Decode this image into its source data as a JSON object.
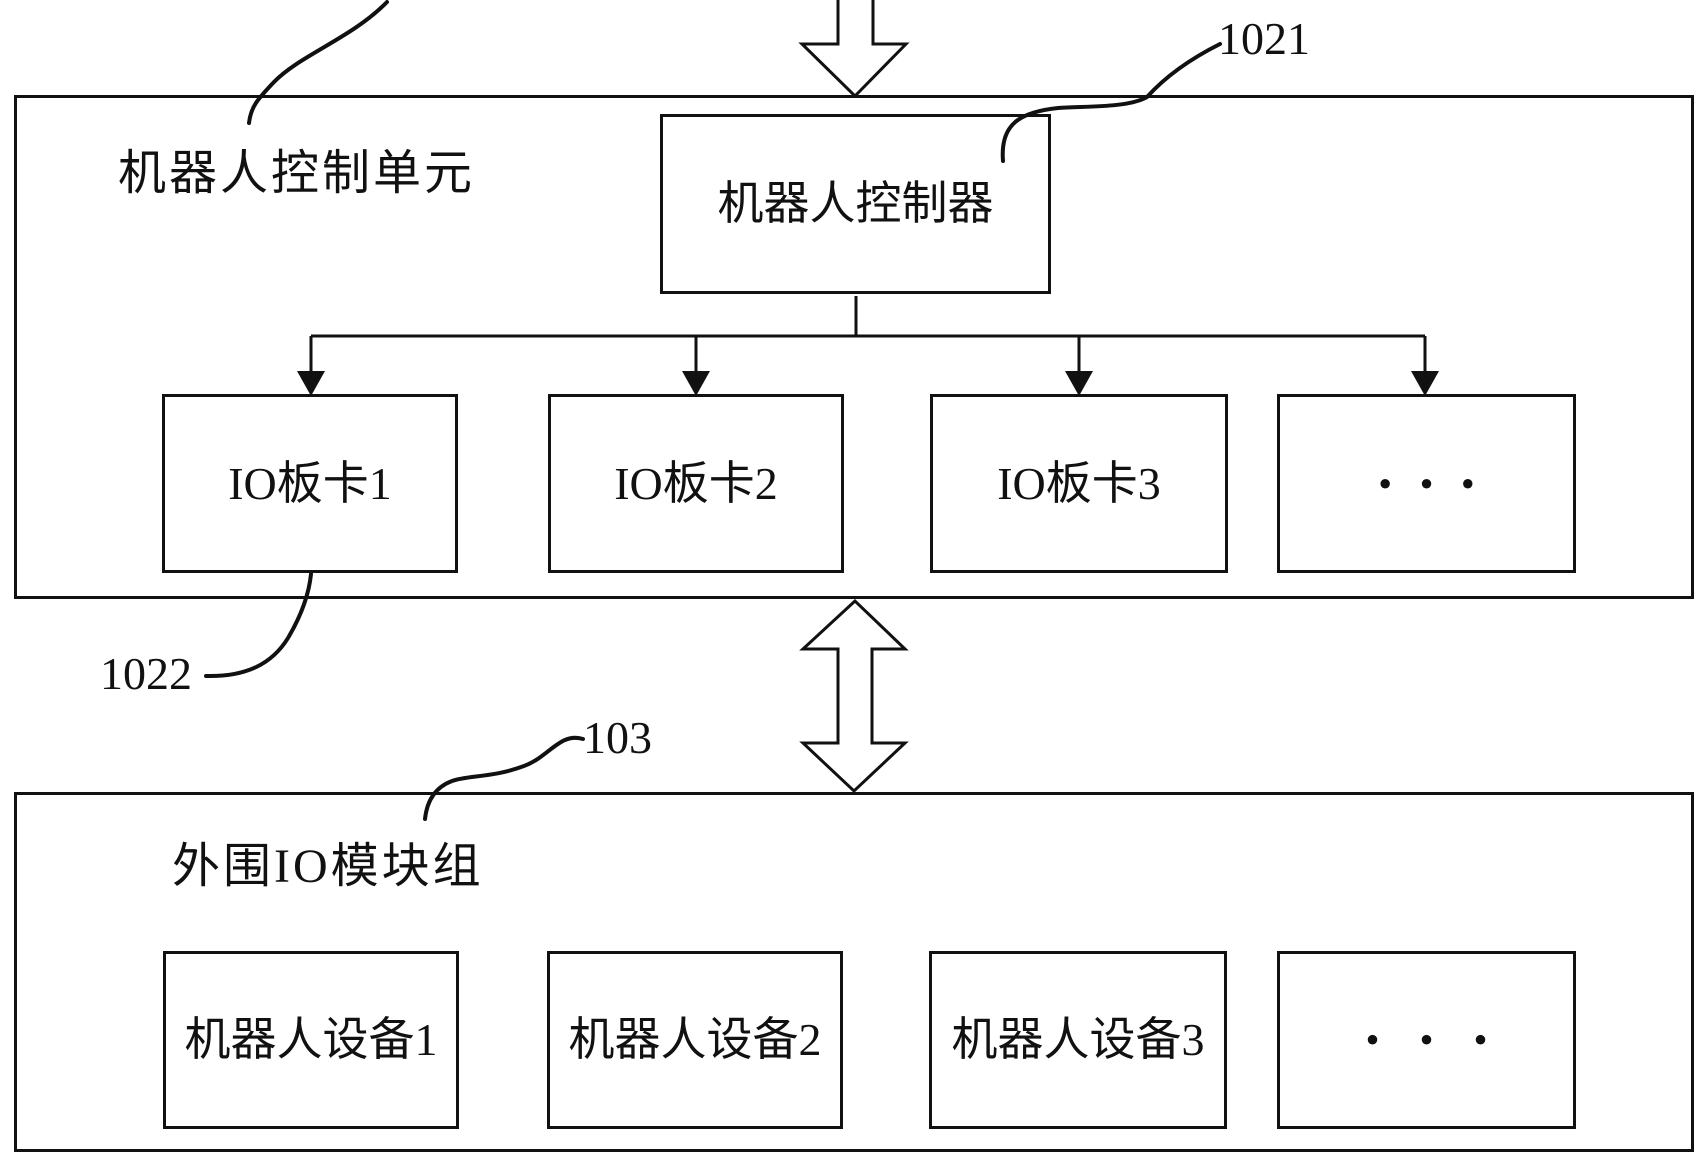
{
  "figure": {
    "control_unit": {
      "title": "机器人控制单元",
      "controller_label": "机器人控制器",
      "boards": [
        {
          "label": "IO板卡1"
        },
        {
          "label": "IO板卡2"
        },
        {
          "label": "IO板卡3"
        },
        {
          "label": "···"
        }
      ]
    },
    "peripheral_unit": {
      "title": "外围IO模块组",
      "devices": [
        {
          "label": "机器人设备1"
        },
        {
          "label": "机器人设备2"
        },
        {
          "label": "机器人设备3"
        },
        {
          "label": "•••"
        }
      ]
    },
    "references": {
      "controller": "1021",
      "io_board": "1022",
      "peripheral_module": "103"
    },
    "colors": {
      "line": "#111111",
      "background": "#ffffff"
    }
  }
}
